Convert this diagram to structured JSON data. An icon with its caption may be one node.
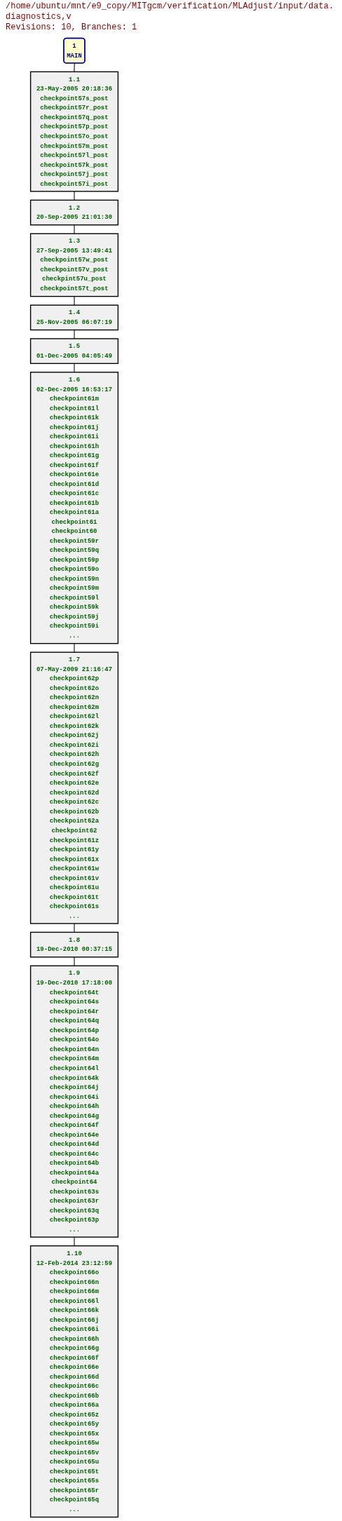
{
  "diagram": {
    "title": "/home/ubuntu/mnt/e9_copy/MITgcm/verification/MLAdjust/input/data.diagnostics,v",
    "nodes": [
      {
        "text": [
          "1",
          "MAIN"
        ]
      },
      {
        "text": [
          "1.1",
          "23-May-2005 20:18:36",
          "checkpoint57s_post",
          "checkpoint57r_post",
          "checkpoint57q_post",
          "checkpoint57p_post",
          "checkpoint57o_post",
          "checkpoint57m_post",
          "checkpoint57l_post",
          "checkpoint57k_post",
          "checkpoint57j_post",
          "checkpoint57i_post"
        ]
      },
      {
        "text": [
          "1.2",
          "20-Sep-2005 21:01:30"
        ]
      },
      {
        "text": [
          "1.3",
          "27-Sep-2005 13:49:41",
          "checkpoint57w_post",
          "checkpoint57v_post",
          "checkpint57u_post",
          "checkpoint57t_post"
        ]
      },
      {
        "text": [
          "1.4",
          "25-Nov-2005 06:07:19"
        ]
      },
      {
        "text": [
          "1.5",
          "01-Dec-2005 04:05:49"
        ]
      },
      {
        "text": [
          "1.6",
          "02-Dec-2005 16:53:17",
          "checkpoint61m",
          "checkpoint61l",
          "checkpoint61k",
          "checkpoint61j",
          "checkpoint61i",
          "checkpoint61h",
          "checkpoint61g",
          "checkpoint61f",
          "checkpoint61e",
          "checkpoint61d",
          "checkpoint61c",
          "checkpoint61b",
          "checkpoint61a",
          "checkpoint61",
          "checkpoint60",
          "checkpoint59r",
          "checkpoint59q",
          "checkpoint59p",
          "checkpoint59o",
          "checkpoint59n",
          "checkpoint59m",
          "checkpoint59l",
          "checkpoint59k",
          "checkpoint59j",
          "checkpoint59i",
          "..."
        ]
      },
      {
        "text": [
          "1.7",
          "07-May-2009 21:16:47",
          "checkpoint62p",
          "checkpoint62o",
          "checkpoint62n",
          "checkpoint62m",
          "checkpoint62l",
          "checkpoint62k",
          "checkpoint62j",
          "checkpoint62i",
          "checkpoint62h",
          "checkpoint62g",
          "checkpoint62f",
          "checkpoint62e",
          "checkpoint62d",
          "checkpoint62c",
          "checkpoint62b",
          "checkpoint62a",
          "checkpoint62",
          "checkpoint61z",
          "checkpoint61y",
          "checkpoint61x",
          "checkpoint61w",
          "checkpoint61v",
          "checkpoint61u",
          "checkpoint61t",
          "checkpoint61s",
          "..."
        ]
      },
      {
        "text": [
          "1.8",
          "19-Dec-2010 00:37:15"
        ]
      },
      {
        "text": [
          "1.9",
          "19-Dec-2010 17:18:00",
          "checkpoint64t",
          "checkpoint64s",
          "checkpoint64r",
          "checkpoint64q",
          "checkpoint64p",
          "checkpoint64o",
          "checkpoint64n",
          "checkpoint64m",
          "checkpoint64l",
          "checkpoint64k",
          "checkpoint64j",
          "checkpoint64i",
          "checkpoint64h",
          "checkpoint64g",
          "checkpoint64f",
          "checkpoint64e",
          "checkpoint64d",
          "checkpoint64c",
          "checkpoint64b",
          "checkpoint64a",
          "checkpoint64",
          "checkpoint63s",
          "checkpoint63r",
          "checkpoint63q",
          "checkpoint63p",
          "..."
        ]
      },
      {
        "text": [
          "1.10",
          "12-Feb-2014 23:12:59",
          "checkpoint66o",
          "checkpoint66n",
          "checkpoint66m",
          "checkpoint66l",
          "checkpoint66k",
          "checkpoint66j",
          "checkpoint66i",
          "checkpoint66h",
          "checkpoint66g",
          "checkpoint66f",
          "checkpoint66e",
          "checkpoint66d",
          "checkpoint66c",
          "checkpoint66b",
          "checkpoint66a",
          "checkpoint65z",
          "checkpoint65y",
          "checkpoint65x",
          "checkpoint65w",
          "checkpoint65v",
          "checkpoint65u",
          "checkpoint65t",
          "checkpoint65s",
          "checkpoint65r",
          "checkpoint65q",
          "..."
        ]
      }
    ],
    "edges": [
      {
        "from": 0,
        "to": 1,
        "arrow": "none"
      },
      {
        "from": 1,
        "to": 2,
        "arrow": "none"
      },
      {
        "from": 2,
        "to": 3,
        "arrow": "none"
      },
      {
        "from": 3,
        "to": 4,
        "arrow": "none"
      },
      {
        "from": 4,
        "to": 5,
        "arrow": "none"
      },
      {
        "from": 5,
        "to": 6,
        "arrow": "none"
      },
      {
        "from": 6,
        "to": 7,
        "arrow": "none"
      },
      {
        "from": 7,
        "to": 8,
        "arrow": "none"
      },
      {
        "from": 8,
        "to": 9,
        "arrow": "none"
      },
      {
        "from": 9,
        "to": 10,
        "arrow": "none"
      }
    ],
    "labels": [
      "Revisions: 10, Branches: 1"
    ]
  }
}
